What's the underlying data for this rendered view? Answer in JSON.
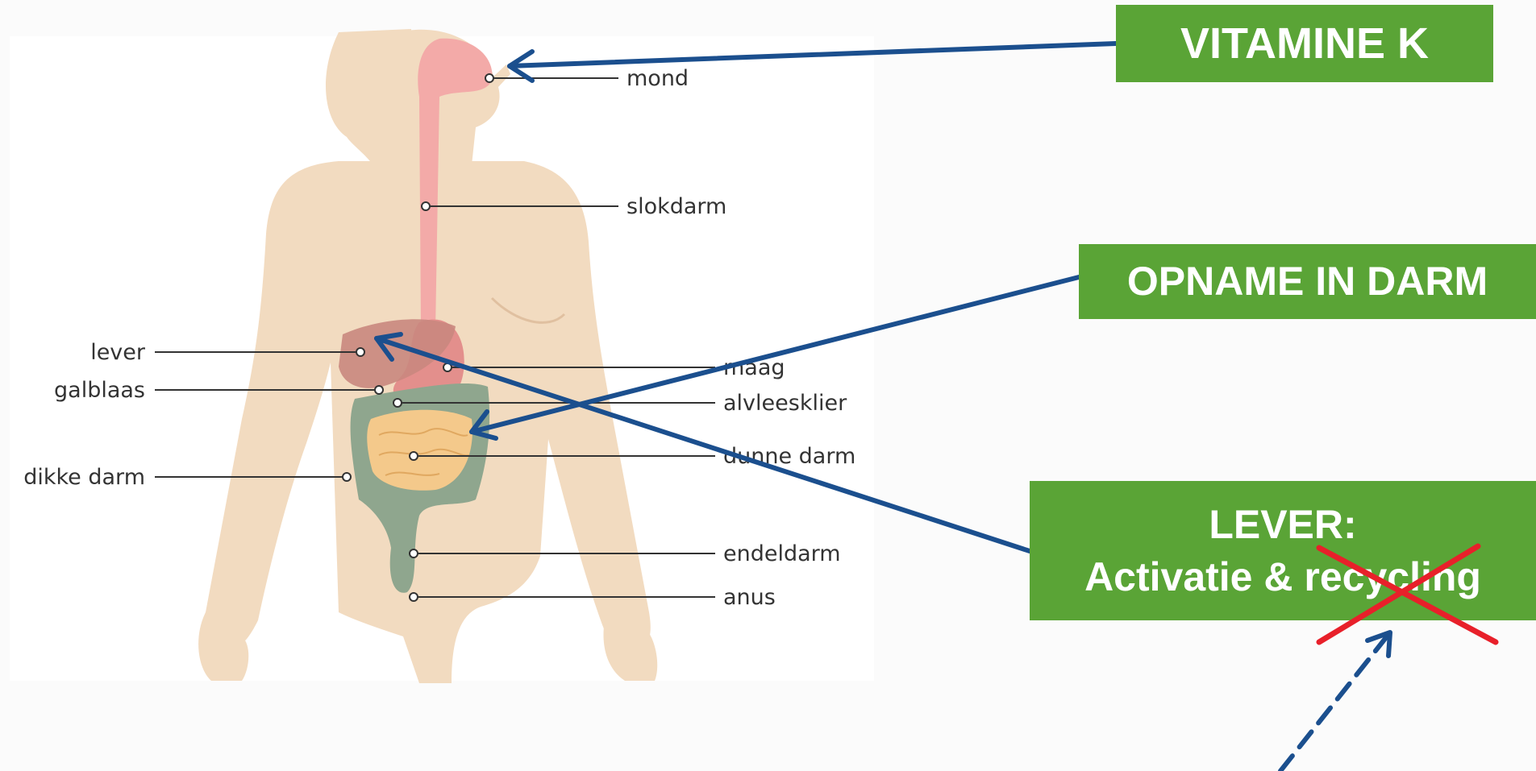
{
  "labels": {
    "mond": "mond",
    "slokdarm": "slokdarm",
    "lever": "lever",
    "galblaas": "galblaas",
    "maag": "maag",
    "alvleesklier": "alvleesklier",
    "dikke_darm": "dikke darm",
    "dunne_darm": "dunne darm",
    "endeldarm": "endeldarm",
    "anus": "anus"
  },
  "boxes": {
    "vitamine": "VITAMINE K",
    "opname": "OPNAME IN DARM",
    "lever_title": "LEVER:",
    "lever_sub": "Activatie & recycling"
  },
  "colors": {
    "box_green": "#5aa436",
    "arrow_blue": "#1b4f8e",
    "cross_red": "#e8202a",
    "skin": "#f2dbc0",
    "colon": "#8fa68e",
    "small_intestine": "#f4c98b",
    "liver": "#c9877e",
    "esophagus": "#f3aaa8"
  },
  "icons": [
    "red-cross-icon",
    "dashed-arrow-icon"
  ]
}
